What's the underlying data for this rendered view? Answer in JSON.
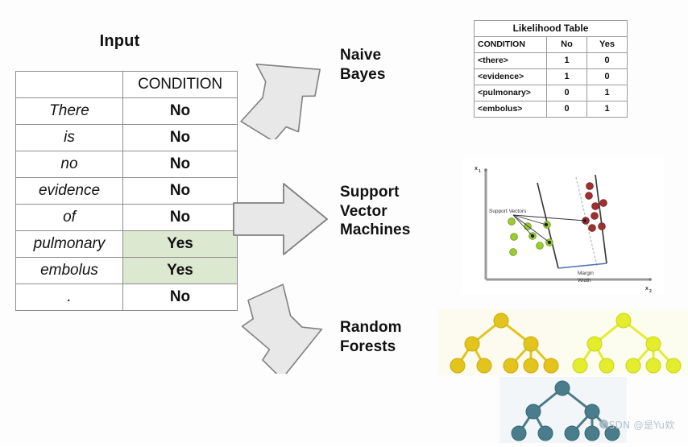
{
  "input": {
    "title": "Input",
    "columns": [
      "",
      "CONDITION"
    ],
    "rows": [
      {
        "word": "",
        "condition": "CONDITION",
        "header": true
      },
      {
        "word": "There",
        "condition": "No",
        "highlight": false
      },
      {
        "word": "is",
        "condition": "No",
        "highlight": false
      },
      {
        "word": "no",
        "condition": "No",
        "highlight": false
      },
      {
        "word": "evidence",
        "condition": "No",
        "highlight": false
      },
      {
        "word": "of",
        "condition": "No",
        "highlight": false
      },
      {
        "word": "pulmonary",
        "condition": "Yes",
        "highlight": true
      },
      {
        "word": "embolus",
        "condition": "Yes",
        "highlight": true
      },
      {
        "word": ".",
        "condition": "No",
        "highlight": false
      }
    ],
    "highlight_color": "#dde8d0"
  },
  "algorithms": [
    {
      "name": "naive-bayes",
      "line1": "Naive",
      "line2": "Bayes",
      "line3": ""
    },
    {
      "name": "support-vector-machines",
      "line1": "Support",
      "line2": "Vector",
      "line3": "Machines"
    },
    {
      "name": "random-forests",
      "line1": "Random",
      "line2": "Forests",
      "line3": ""
    }
  ],
  "arrows": [
    {
      "name": "arrow-up-right",
      "direction": "up-right",
      "fill": "#e8e8e8",
      "stroke": "#808080"
    },
    {
      "name": "arrow-right",
      "direction": "right",
      "fill": "#e8e8e8",
      "stroke": "#808080"
    },
    {
      "name": "arrow-down-right",
      "direction": "down-right",
      "fill": "#e8e8e8",
      "stroke": "#808080"
    }
  ],
  "likelihood": {
    "title": "Likelihood Table",
    "headers": [
      "CONDITION",
      "No",
      "Yes"
    ],
    "rows": [
      {
        "term": "<there>",
        "no": "1",
        "yes": "0"
      },
      {
        "term": "<evidence>",
        "no": "1",
        "yes": "0"
      },
      {
        "term": "<pulmonary>",
        "no": "0",
        "yes": "1"
      },
      {
        "term": "<embolus>",
        "no": "0",
        "yes": "1"
      }
    ]
  },
  "svm": {
    "y_axis_label": "x₁",
    "x_axis_label": "x₂",
    "annotation_support_vectors": "Support Vectors",
    "annotation_margin_line1": "Margin",
    "annotation_margin_line2": "Width",
    "class_a_color": "#9acd32",
    "class_b_color": "#a03030",
    "margin_color": "#4a6fb5",
    "hyperplane_color": "#444444"
  },
  "forest": {
    "trees": [
      {
        "name": "tree-gold",
        "node_color": "#e3c41c",
        "edge_color": "#e3c41c",
        "bg": "#fdfbef"
      },
      {
        "name": "tree-yellow-green",
        "node_color": "#e3ed2e",
        "edge_color": "#e3ed2e",
        "bg": "#fcfdef"
      },
      {
        "name": "tree-teal",
        "node_color": "#4a7d8c",
        "edge_color": "#4a7d8c",
        "bg": "#f2f6f8"
      }
    ],
    "structure": "root -> 2 branches; left branch -> 2 leaves; right branch -> 3 leaves"
  },
  "watermark": {
    "text": "CSDN @是Yu欸",
    "logo": "csdn-logo-icon"
  }
}
